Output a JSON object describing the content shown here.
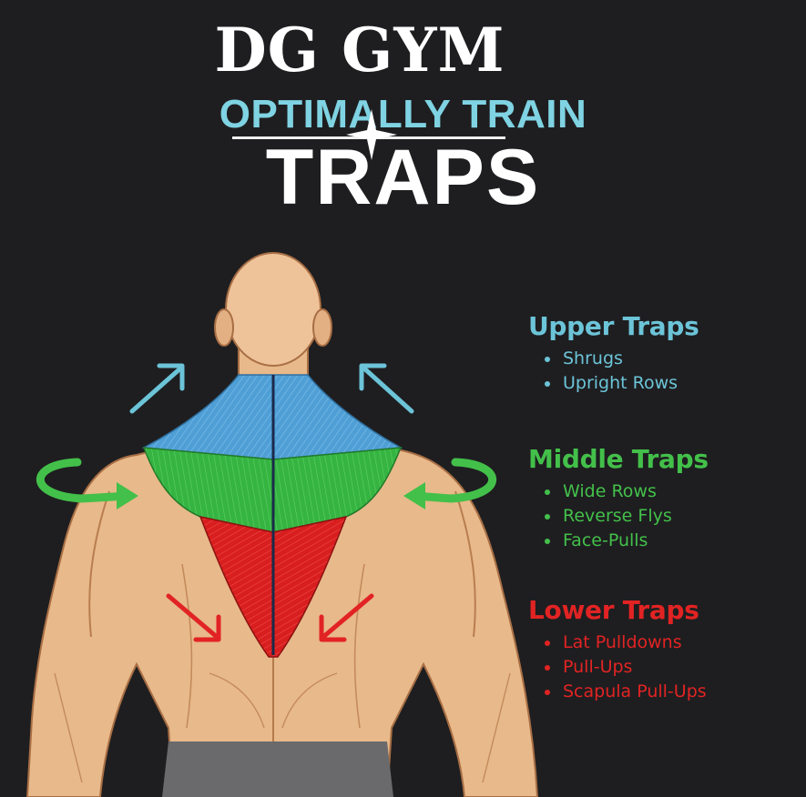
{
  "header": {
    "brand": "DG GYM",
    "kicker": "OPTIMALLY TRAIN",
    "headline": "TRAPS"
  },
  "colors": {
    "background": "#1e1e20",
    "upper": "#6cc4d8",
    "middle": "#43c04a",
    "lower": "#e22323",
    "skin": "#e8b98a"
  },
  "legend": {
    "upper": {
      "title": "Upper Traps",
      "items": [
        "Shrugs",
        "Upright Rows"
      ]
    },
    "middle": {
      "title": "Middle Traps",
      "items": [
        "Wide Rows",
        "Reverse Flys",
        "Face-Pulls"
      ]
    },
    "lower": {
      "title": "Lower Traps",
      "items": [
        "Lat Pulldowns",
        "Pull-Ups",
        "Scapula Pull-Ups"
      ]
    }
  },
  "icons": {
    "upper_arrows": "arrow-up-outward-icon",
    "middle_arrows": "rotate-arrow-icon",
    "lower_arrows": "arrow-down-inward-icon"
  }
}
